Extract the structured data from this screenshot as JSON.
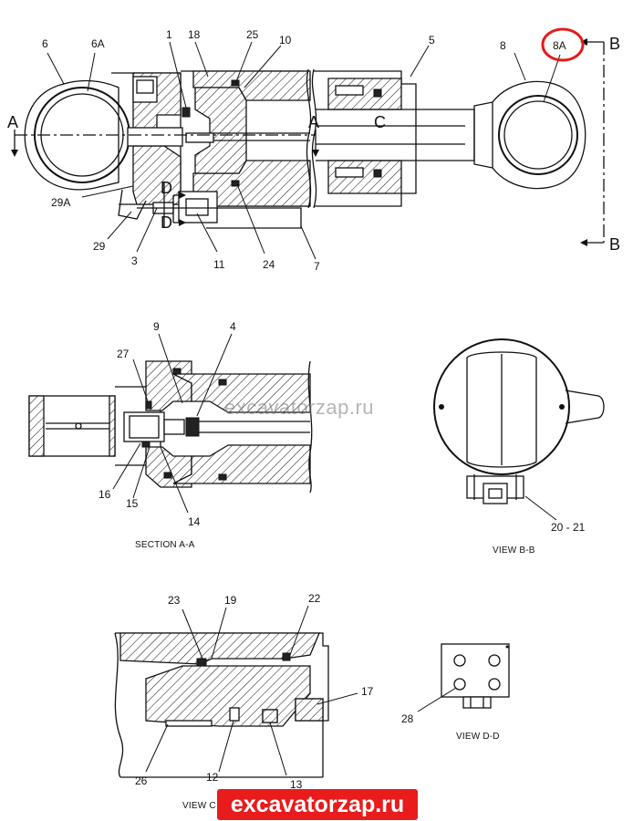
{
  "main_view": {
    "callouts": {
      "c6": "6",
      "c6a": "6A",
      "c1": "1",
      "c18": "18",
      "c25": "25",
      "c10": "10",
      "c5": "5",
      "c8": "8",
      "c8a": "8A",
      "c29a": "29A",
      "c29": "29",
      "c3": "3",
      "c11": "11",
      "c24": "24",
      "c7": "7"
    },
    "section_marks": {
      "a_left": "A",
      "a_right": "A",
      "b_top": "B",
      "b_bottom": "B",
      "c": "C",
      "d_top": "D",
      "d_bottom": "D"
    },
    "highlight_color": "#e41b1b"
  },
  "section_aa": {
    "caption": "SECTION A-A",
    "callouts": {
      "c9": "9",
      "c4": "4",
      "c27": "27",
      "c16": "16",
      "c15": "15",
      "c14": "14"
    }
  },
  "view_bb": {
    "caption": "VIEW B-B",
    "callouts": {
      "c2021": "20 - 21"
    }
  },
  "view_c": {
    "caption_partial": "VIEW C",
    "callouts": {
      "c23": "23",
      "c19": "19",
      "c22": "22",
      "c17": "17",
      "c26": "26",
      "c12": "12",
      "c13": "13"
    }
  },
  "view_dd": {
    "caption": "VIEW D-D",
    "callouts": {
      "c28": "28"
    }
  },
  "watermarks": {
    "center": "excavatorzap.ru",
    "bottom": "excavatorzap.ru",
    "bottom_bg": "#e81c1c"
  }
}
